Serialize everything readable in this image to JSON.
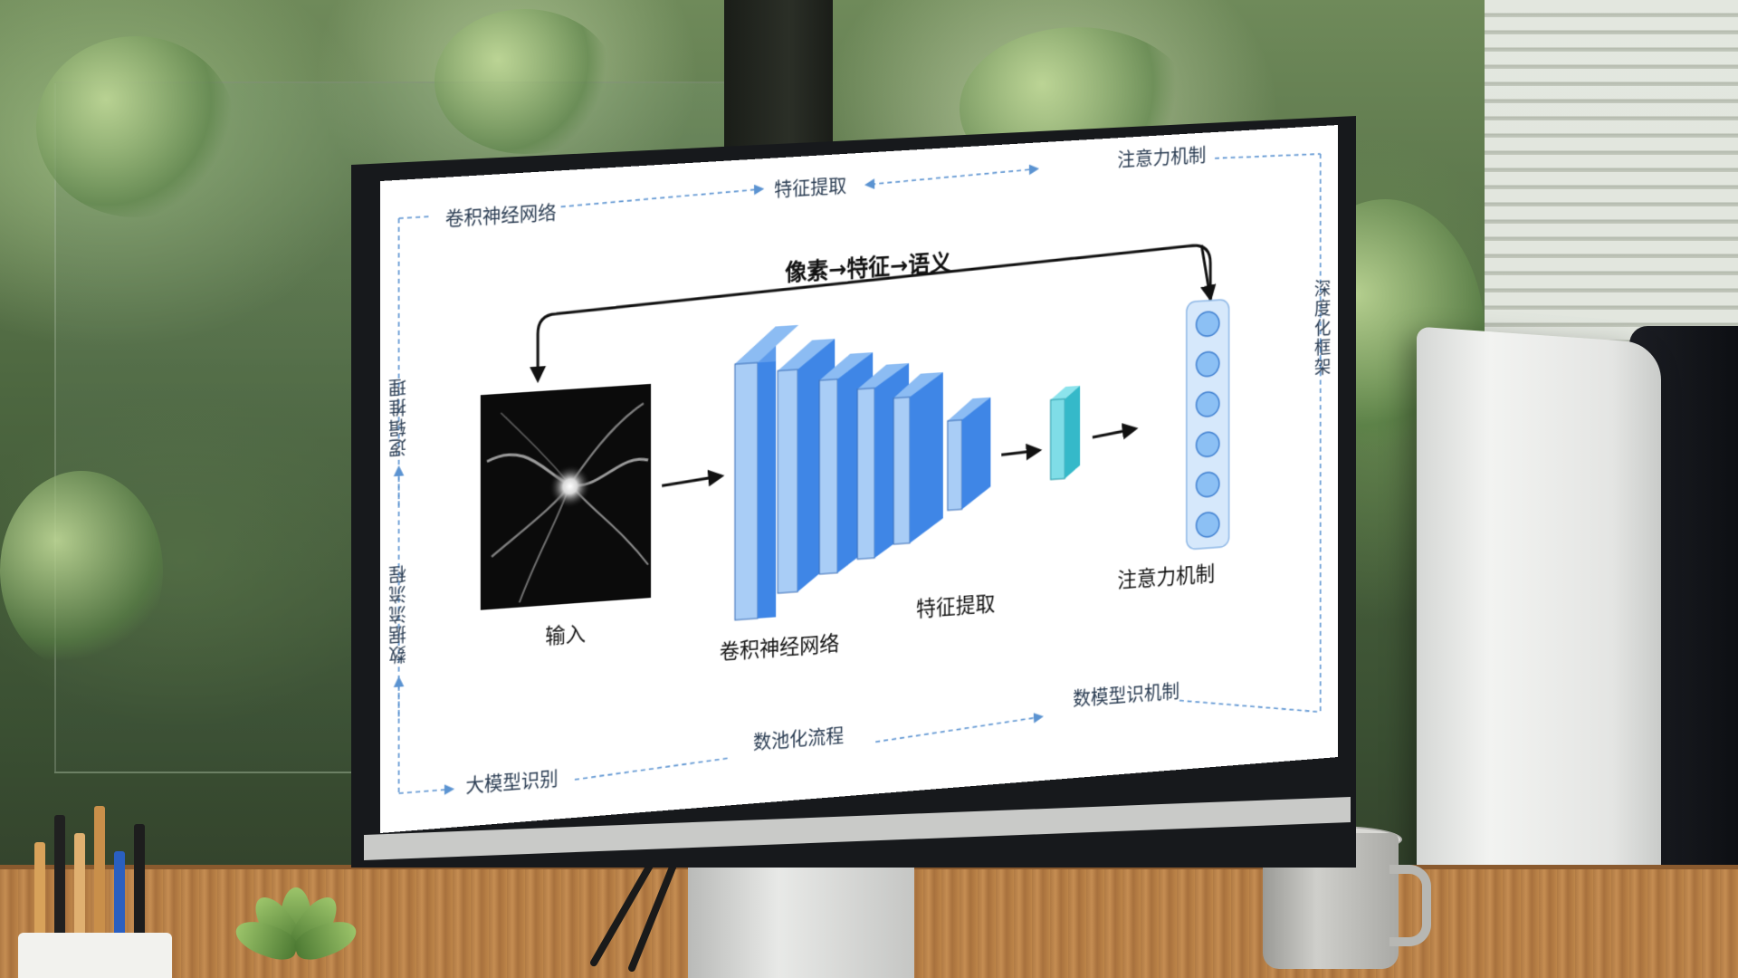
{
  "screen": {
    "top_labels": {
      "left": "卷积神经网络",
      "center": "特征提取",
      "right": "注意力机制"
    },
    "side_labels": {
      "left_upper": "逻辑推理",
      "left_lower": "数据流流程",
      "right": "深度化框架"
    },
    "bottom_labels": {
      "left": "大模型识别",
      "center": "数池化流程",
      "right": "数模型识机制"
    },
    "diagram": {
      "heading": "像素→特征→语义",
      "input_label": "输入",
      "cnn_label": "卷积神经网络",
      "feature_label": "特征提取",
      "attention_label": "注意力机制",
      "attention_node_count": 6
    }
  },
  "colors": {
    "block_blue": "#3f86e6",
    "block_blue_light": "#7fb3f2",
    "feature_cyan": "#46c8d6",
    "node_blue": "#8cc0f4",
    "dashed_line": "#5b93d1"
  }
}
